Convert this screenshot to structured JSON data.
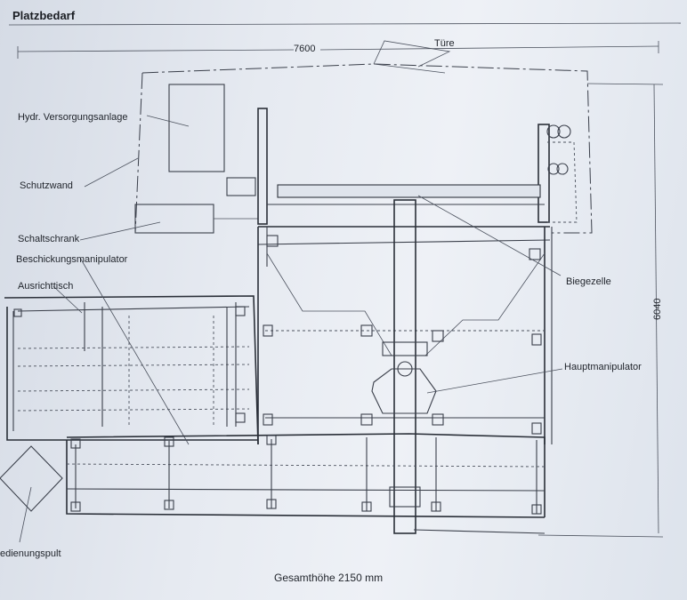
{
  "title": "Platzbedarf",
  "dimensions": {
    "width": "7600",
    "depth": "6040",
    "total_height": "Gesamthöhe 2150 mm"
  },
  "labels": {
    "tuere": "Türe",
    "hydr": "Hydr. Versorgungsanlage",
    "schutzwand": "Schutzwand",
    "schaltschrank": "Schaltschrank",
    "beschickung": "Beschickungsmanipulator",
    "ausrichttisch": "Ausrichttisch",
    "biegezelle": "Biegezelle",
    "hauptmanipulator": "Hauptmanipulator",
    "bedienungspult": "edienungspult"
  }
}
